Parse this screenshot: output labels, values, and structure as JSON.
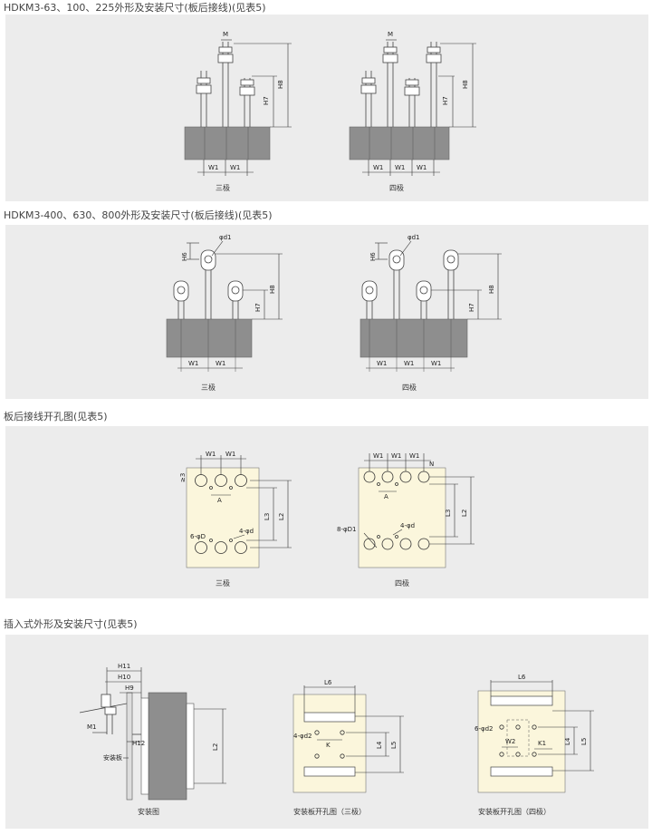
{
  "sections": [
    {
      "title": "HDKM3-63、100、225外形及安装尺寸(板后接线)(见表5)",
      "captions": [
        "三极",
        "四极"
      ]
    },
    {
      "title": "HDKM3-400、630、800外形及安装尺寸(板后接线)(见表5)",
      "captions": [
        "三极",
        "四极"
      ]
    },
    {
      "title": "板后接线开孔图(见表5)",
      "captions": [
        "三极",
        "四极"
      ]
    },
    {
      "title": "插入式外形及安装尺寸(见表5)",
      "captions": [
        "安装图",
        "安装板开孔图（三极）",
        "安装板开孔图（四极）"
      ]
    }
  ],
  "labels": {
    "M": "M",
    "H7": "H7",
    "H8": "H8",
    "W1": "W1",
    "H6": "H6",
    "d1": "φd1",
    "A": "A",
    "L2": "L2",
    "L3": "L3",
    "D": "6-φD",
    "D1": "8-φD1",
    "d4": "4-φd",
    "N": "N",
    "n23": "≥3",
    "H9": "H9",
    "H10": "H10",
    "H11": "H11",
    "H12": "H12",
    "M1": "M1",
    "plate": "安装板",
    "L4": "L4",
    "L5": "L5",
    "L6": "L6",
    "K": "K",
    "K1": "K1",
    "W2": "W2",
    "d2a": "4-φd2",
    "d2b": "6-φd2"
  }
}
